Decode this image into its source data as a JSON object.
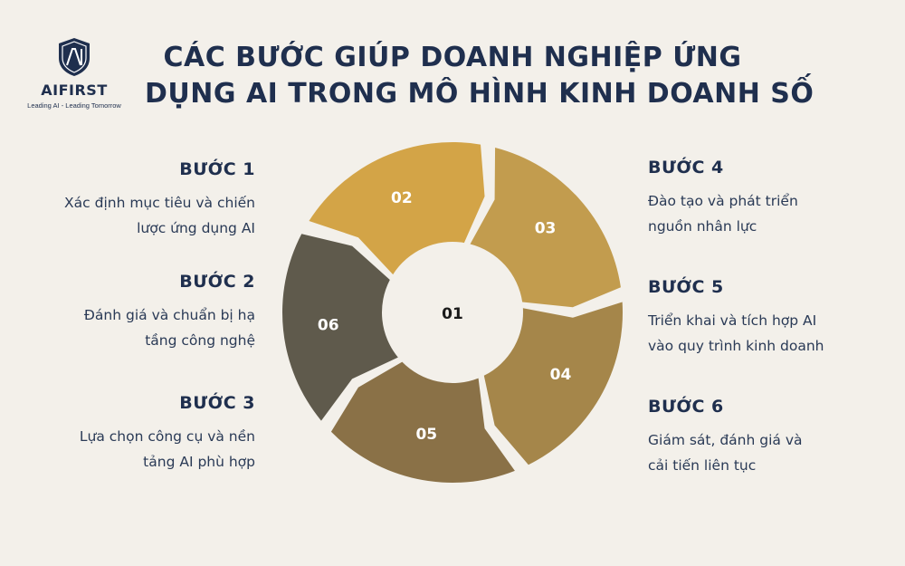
{
  "brand": {
    "name": "AIFIRST",
    "tagline": "Leading AI - Leading Tomorrow",
    "icon": "shield-ai-icon",
    "color": "#1f2f4e"
  },
  "title_lines": [
    "CÁC BƯỚC GIÚP DOANH NGHIỆP ỨNG",
    "DỤNG AI TRONG MÔ HÌNH KINH DOANH SỐ"
  ],
  "steps": [
    {
      "heading": "BƯỚC 1",
      "lines": [
        "Xác định mục tiêu và chiến",
        "lược ứng dụng AI"
      ]
    },
    {
      "heading": "BƯỚC 2",
      "lines": [
        "Đánh giá và chuẩn bị hạ",
        "tầng công nghệ"
      ]
    },
    {
      "heading": "BƯỚC 3",
      "lines": [
        "Lựa chọn công cụ và nền",
        "tảng AI phù hợp"
      ]
    },
    {
      "heading": "BƯỚC 4",
      "lines": [
        "Đào tạo và phát triển",
        "nguồn nhân lực"
      ]
    },
    {
      "heading": "BƯỚC 5",
      "lines": [
        "Triển khai và tích hợp AI",
        "vào quy trình kinh doanh"
      ]
    },
    {
      "heading": "BƯỚC 6",
      "lines": [
        "Giám sát, đánh giá và",
        "cải tiến liên tục"
      ]
    }
  ],
  "wheel": {
    "center_label": "01",
    "segments": [
      {
        "label": "02",
        "color": "#d3a447"
      },
      {
        "label": "03",
        "color": "#c29c4e"
      },
      {
        "label": "04",
        "color": "#a5864a"
      },
      {
        "label": "05",
        "color": "#8a7147"
      },
      {
        "label": "06",
        "color": "#5f5a4c"
      }
    ],
    "center_color": "#f3f0ea",
    "label_color": "#ffffff",
    "center_label_color": "#1a1a1a"
  }
}
